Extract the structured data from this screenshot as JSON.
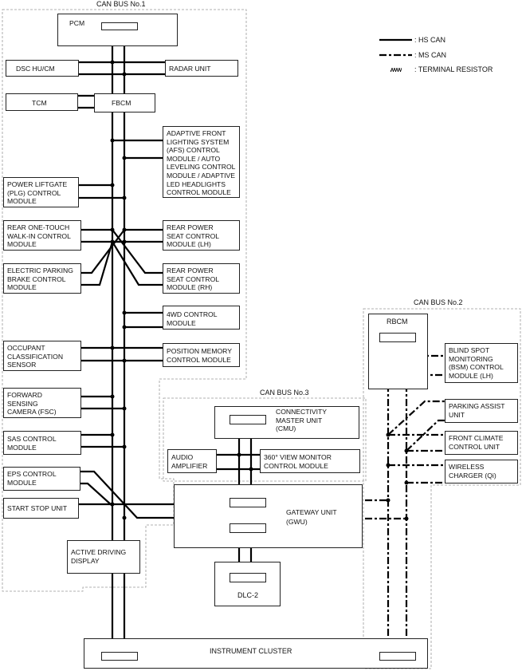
{
  "buses": {
    "bus1": "CAN BUS No.1",
    "bus2": "CAN BUS No.2",
    "bus3": "CAN BUS No.3"
  },
  "legend": {
    "hs": ": HS CAN",
    "ms": ": MS CAN",
    "tr": ": TERMINAL RESISTOR"
  },
  "modules": {
    "pcm": "PCM",
    "dsc": "DSC HU/CM",
    "radar": "RADAR UNIT",
    "tcm": "TCM",
    "fbcm": "FBCM",
    "afs": "ADAPTIVE FRONT\nLIGHTING SYSTEM\n(AFS) CONTROL\nMODULE / AUTO\nLEVELING CONTROL\nMODULE / ADAPTIVE\nLED HEADLIGHTS\nCONTROL MODULE",
    "plg": "POWER LIFTGATE\n(PLG) CONTROL\nMODULE",
    "rear_walkin": "REAR ONE-TOUCH\nWALK-IN CONTROL\nMODULE",
    "rear_seat_lh": "REAR POWER\nSEAT CONTROL\nMODULE (LH)",
    "epb": "ELECTRIC PARKING\nBRAKE CONTROL\nMODULE",
    "rear_seat_rh": "REAR POWER\nSEAT CONTROL\nMODULE (RH)",
    "awd": "4WD CONTROL\nMODULE",
    "ocs": "OCCUPANT\nCLASSIFICATION\nSENSOR",
    "position_memory": "POSITION MEMORY\nCONTROL MODULE",
    "fsc": "FORWARD\nSENSING\nCAMERA (FSC)",
    "sas": "SAS CONTROL\nMODULE",
    "eps": "EPS CONTROL\nMODULE",
    "start_stop": "START STOP UNIT",
    "add": "ACTIVE DRIVING\nDISPLAY",
    "cluster": "INSTRUMENT CLUSTER",
    "rbcm": "RBCM",
    "bsm": "BLIND SPOT\nMONITORING\n(BSM) CONTROL\nMODULE (LH)",
    "parking": "PARKING ASSIST\nUNIT",
    "climate": "FRONT CLIMATE\nCONTROL UNIT",
    "wireless": "WIRELESS\nCHARGER (Qi)",
    "cmu": "CONNECTIVITY\nMASTER UNIT\n(CMU)",
    "audio": "AUDIO\nAMPLIFIER",
    "view360": "360° VIEW MONITOR\nCONTROL MODULE",
    "gwu": "GATEWAY UNIT\n(GWU)",
    "dlc": "DLC-2"
  }
}
